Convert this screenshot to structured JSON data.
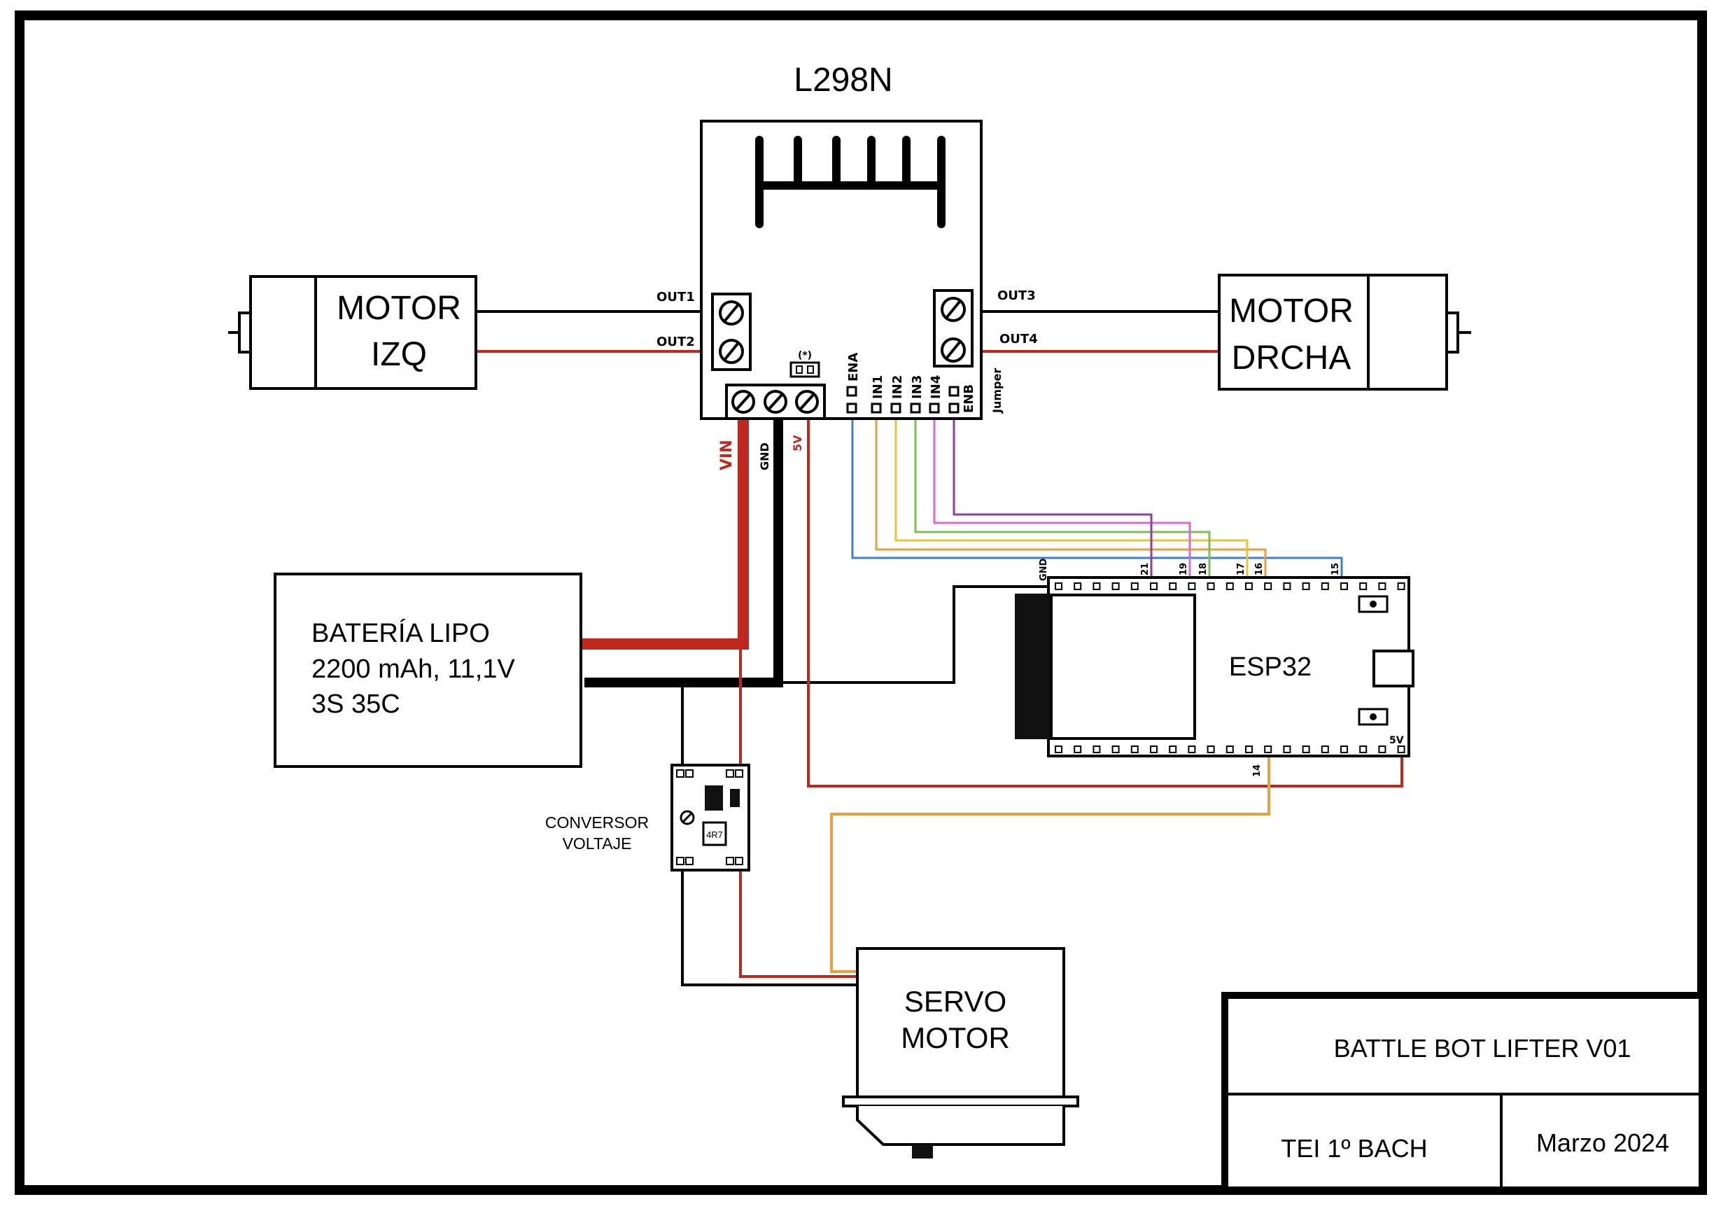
{
  "driver": {
    "title": "L298N",
    "out1": "OUT1",
    "out2": "OUT2",
    "out3": "OUT3",
    "out4": "OUT4",
    "jumper_mark": "(*)",
    "jumper": "Jumper",
    "pins": [
      "ENA",
      "IN1",
      "IN2",
      "IN3",
      "IN4",
      "ENB"
    ],
    "vin": "VIN",
    "gnd": "GND",
    "v5": "5V"
  },
  "motor_left": {
    "line1": "MOTOR",
    "line2": "IZQ"
  },
  "motor_right": {
    "line1": "MOTOR",
    "line2": "DRCHA"
  },
  "battery": {
    "line1": "BATERÍA LIPO",
    "line2": "2200 mAh, 11,1V",
    "line3": "3S 35C"
  },
  "esp32": {
    "title": "ESP32",
    "gnd": "GND",
    "pins_top": [
      "21",
      "19",
      "18",
      "17",
      "16",
      "15"
    ],
    "pin14": "14",
    "pin5v": "5V"
  },
  "converter": {
    "line1": "CONVERSOR",
    "line2": "VOLTAJE",
    "chip": "4R7"
  },
  "servo": {
    "line1": "SERVO",
    "line2": "MOTOR"
  },
  "title_block": {
    "project": "BATTLE BOT LIFTER V01",
    "course": "TEI 1º BACH",
    "date": "Marzo 2024"
  },
  "colors": {
    "vin": "#c0281e",
    "ground": "#000000",
    "ena": "#3b7fd9",
    "in1": "#e6a23c",
    "in2": "#e8c43a",
    "in3": "#7cbf4a",
    "in4": "#d86bd0",
    "enb": "#8e3fa0",
    "servo_signal": "#e6a23c"
  }
}
